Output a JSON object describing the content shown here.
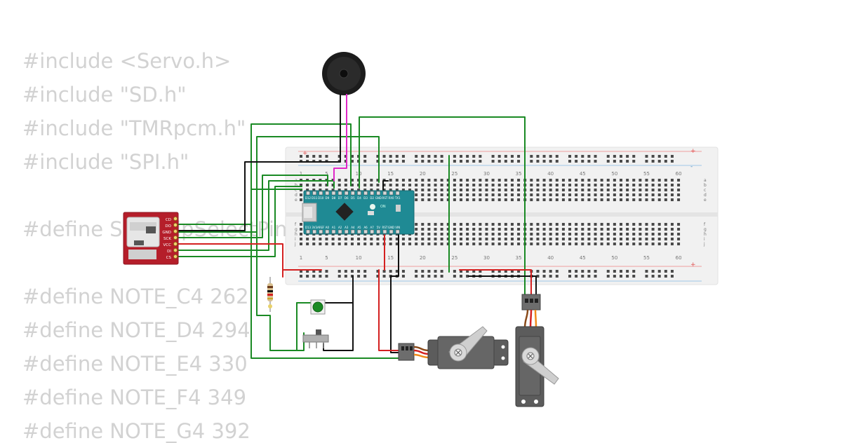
{
  "code_lines": [
    "#include <Servo.h>",
    "#include \"SD.h\"",
    "#include \"TMRpcm.h\"",
    "#include \"SPI.h\"",
    "",
    "#define SD_ChipSelectPin 4",
    "",
    "#define NOTE_C4 262",
    "#define NOTE_D4 294",
    "#define NOTE_E4 330",
    "#define NOTE_F4 349",
    "#define NOTE_G4 392"
  ],
  "breadboard": {
    "top_column_numbers": [
      "1",
      "5",
      "10",
      "15",
      "20",
      "25",
      "30",
      "35",
      "40",
      "45",
      "50",
      "55",
      "60"
    ],
    "bottom_column_numbers": [
      "1",
      "5",
      "10",
      "15",
      "20",
      "25",
      "30",
      "35",
      "40",
      "45",
      "50",
      "55",
      "60"
    ],
    "row_letters_top": [
      "a",
      "b",
      "c",
      "d",
      "e"
    ],
    "row_letters_bottom": [
      "f",
      "g",
      "h",
      "i",
      "j"
    ],
    "rail_plus": "+",
    "rail_minus": "-"
  },
  "sd_module": {
    "pins": [
      "CD",
      "DO",
      "GND",
      "SCK",
      "VCC",
      "DI",
      "CS"
    ]
  },
  "arduino_nano": {
    "top_pins": [
      "D12",
      "D11",
      "D10",
      "D9",
      "D8",
      "D7",
      "D6",
      "D5",
      "D4",
      "D3",
      "D2",
      "GND",
      "RST",
      "RX0",
      "TX1"
    ],
    "bottom_pins": [
      "D13",
      "3V3",
      "AREF",
      "A0",
      "A1",
      "A2",
      "A3",
      "A4",
      "A5",
      "A6",
      "A7",
      "5V",
      "RST",
      "GND",
      "VIN"
    ],
    "power_led_label": "ON"
  },
  "colors": {
    "wire_green": "#1a8a24",
    "wire_black": "#111111",
    "wire_red": "#d42020",
    "wire_magenta": "#e028c8",
    "nano_board": "#1f8a94",
    "sd_board": "#b51e2a",
    "breadboard": "#f1f1f1",
    "servo_body": "#5c5c5c",
    "code_text": "#d2d2d2"
  },
  "icons": {
    "buzzer": "piezo-buzzer-icon",
    "pushbutton": "pushbutton-icon",
    "slide_switch": "slide-switch-icon",
    "resistor": "resistor-icon",
    "servo": "servo-motor-icon"
  }
}
